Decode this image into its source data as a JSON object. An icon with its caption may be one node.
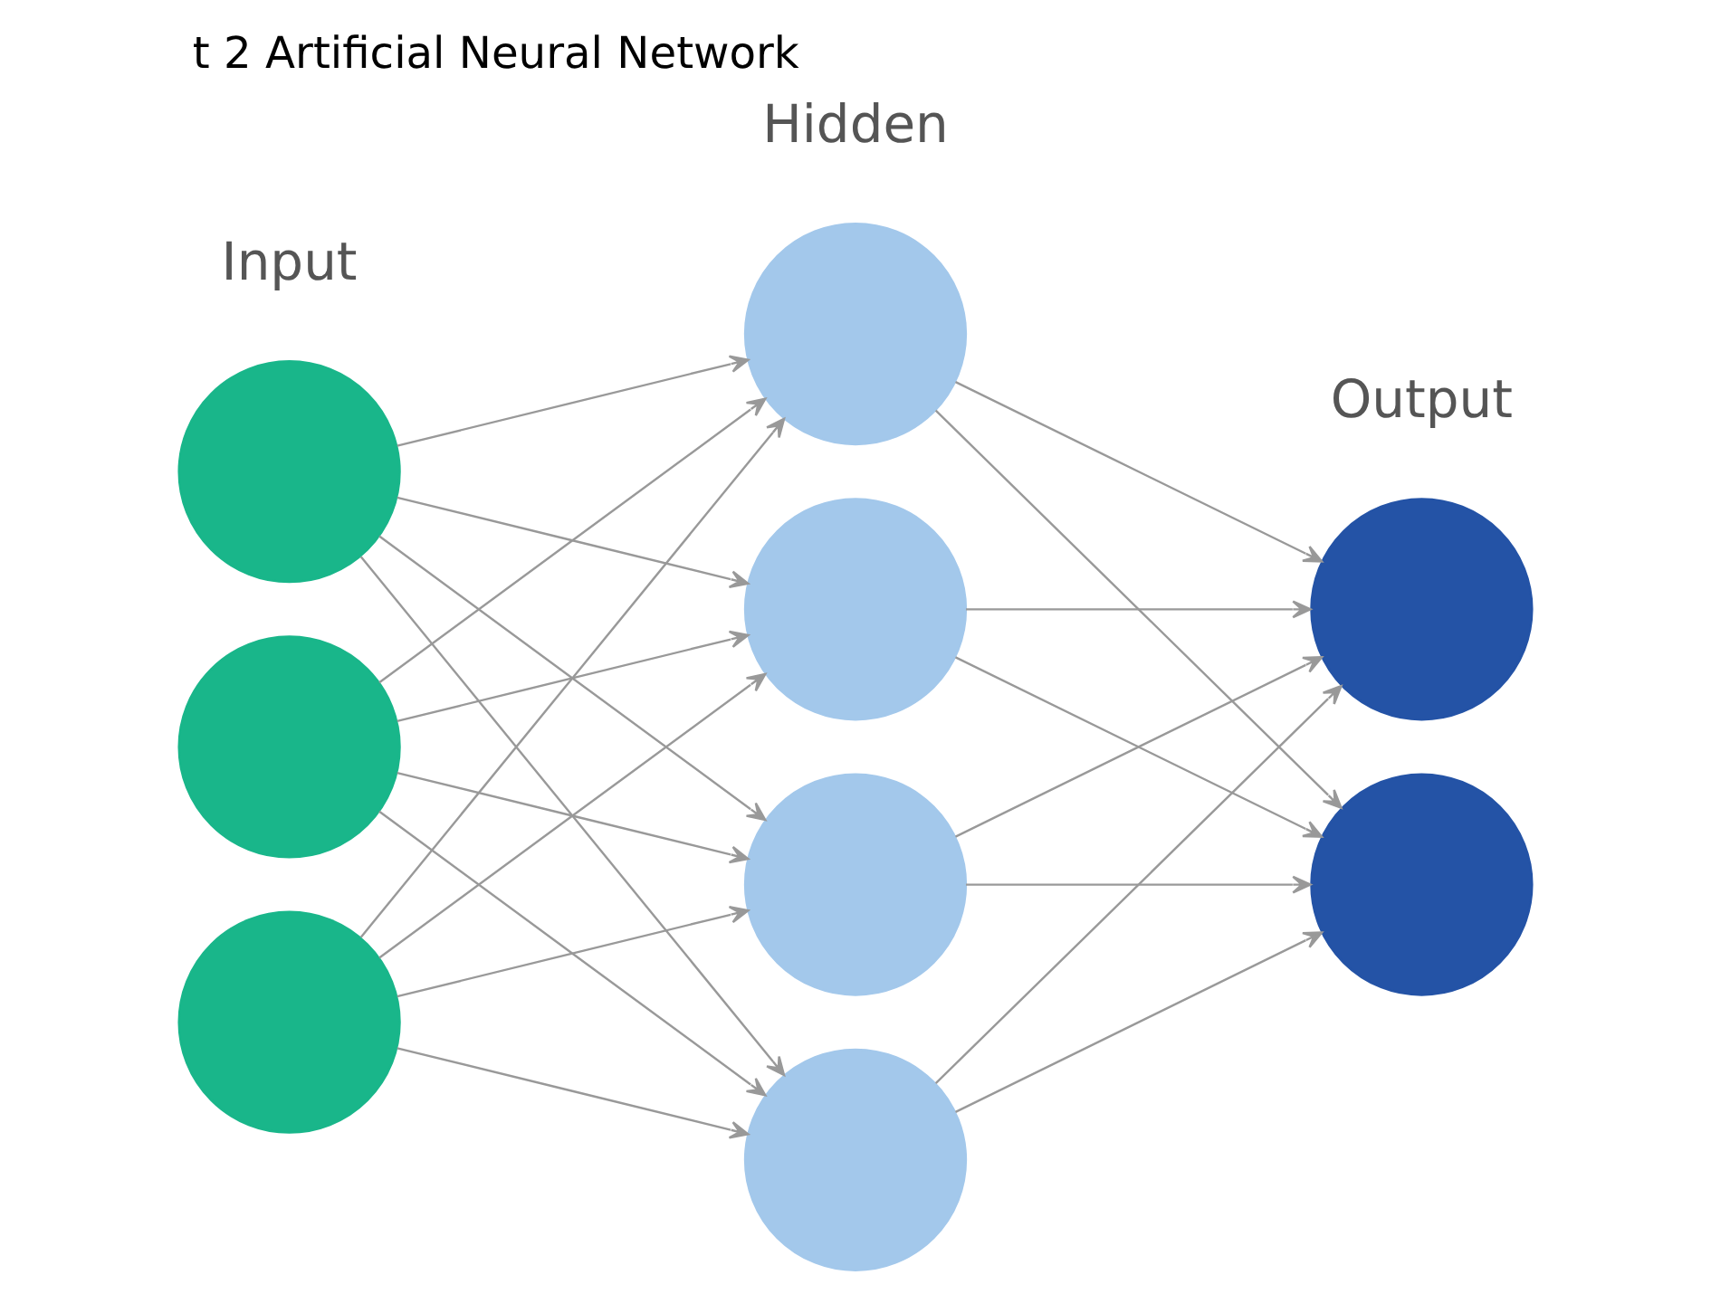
{
  "diagram": {
    "title": "t 2 Artificial Neural Network",
    "nodes": [
      {
        "text": [],
        "shape": "circle"
      },
      {
        "text": [],
        "shape": "circle"
      },
      {
        "text": [],
        "shape": "circle"
      },
      {
        "text": [],
        "shape": "circle"
      },
      {
        "text": [],
        "shape": "circle"
      },
      {
        "text": [],
        "shape": "circle"
      },
      {
        "text": [],
        "shape": "circle"
      },
      {
        "text": [],
        "shape": "circle"
      },
      {
        "text": [],
        "shape": "circle"
      }
    ],
    "edges": [
      {
        "from": 0,
        "to": 3,
        "arrow": "to"
      },
      {
        "from": 0,
        "to": 4,
        "arrow": "to"
      },
      {
        "from": 0,
        "to": 5,
        "arrow": "to"
      },
      {
        "from": 0,
        "to": 6,
        "arrow": "to"
      },
      {
        "from": 1,
        "to": 3,
        "arrow": "to"
      },
      {
        "from": 1,
        "to": 4,
        "arrow": "to"
      },
      {
        "from": 1,
        "to": 5,
        "arrow": "to"
      },
      {
        "from": 1,
        "to": 6,
        "arrow": "to"
      },
      {
        "from": 2,
        "to": 3,
        "arrow": "to"
      },
      {
        "from": 2,
        "to": 4,
        "arrow": "to"
      },
      {
        "from": 2,
        "to": 5,
        "arrow": "to"
      },
      {
        "from": 2,
        "to": 6,
        "arrow": "to"
      },
      {
        "from": 3,
        "to": 7,
        "arrow": "to"
      },
      {
        "from": 3,
        "to": 8,
        "arrow": "to"
      },
      {
        "from": 4,
        "to": 7,
        "arrow": "to"
      },
      {
        "from": 4,
        "to": 8,
        "arrow": "to"
      },
      {
        "from": 5,
        "to": 7,
        "arrow": "to"
      },
      {
        "from": 5,
        "to": 8,
        "arrow": "to"
      },
      {
        "from": 6,
        "to": 7,
        "arrow": "to"
      },
      {
        "from": 6,
        "to": 8,
        "arrow": "to"
      }
    ],
    "labels": [
      "Hidden",
      "Input",
      "Output"
    ]
  }
}
